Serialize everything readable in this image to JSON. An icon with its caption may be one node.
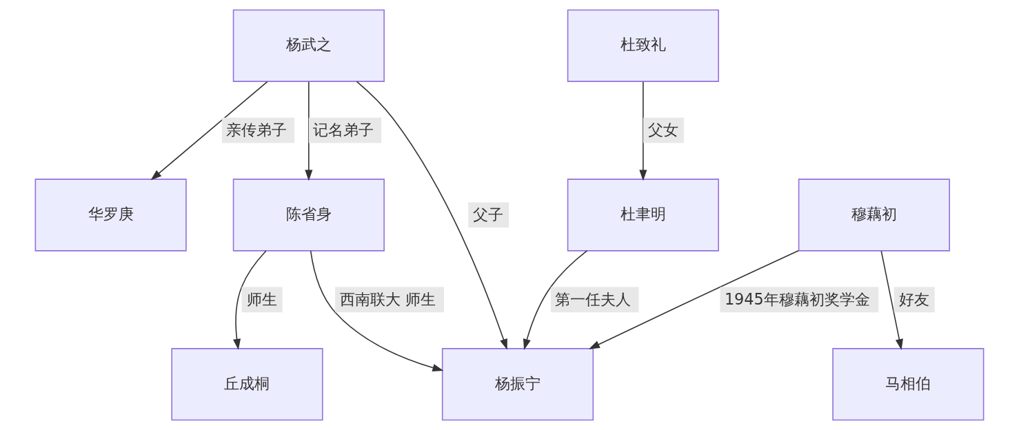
{
  "diagram": {
    "nodes": [
      {
        "text": [
          "杨武之"
        ]
      },
      {
        "text": [
          "杜致礼"
        ]
      },
      {
        "text": [
          "华罗庚"
        ]
      },
      {
        "text": [
          "陈省身"
        ]
      },
      {
        "text": [
          "杜聿明"
        ]
      },
      {
        "text": [
          "穆藕初"
        ]
      },
      {
        "text": [
          "丘成桐"
        ]
      },
      {
        "text": [
          "杨振宁"
        ]
      },
      {
        "text": [
          "马相伯"
        ]
      }
    ],
    "edges": [
      {
        "from": 0,
        "to": 2,
        "arrow": "to",
        "label": "亲传弟子"
      },
      {
        "from": 0,
        "to": 3,
        "arrow": "to",
        "label": "记名弟子"
      },
      {
        "from": 0,
        "to": 7,
        "arrow": "to",
        "label": "父子"
      },
      {
        "from": 1,
        "to": 4,
        "arrow": "to",
        "label": "父女"
      },
      {
        "from": 3,
        "to": 6,
        "arrow": "to",
        "label": "师生"
      },
      {
        "from": 3,
        "to": 7,
        "arrow": "to",
        "label": "西南联大 师生"
      },
      {
        "from": 4,
        "to": 7,
        "arrow": "to",
        "label": "第一任夫人"
      },
      {
        "from": 5,
        "to": 7,
        "arrow": "to",
        "label": "1945年穆藕初奖学金"
      },
      {
        "from": 5,
        "to": 8,
        "arrow": "to",
        "label": "好友"
      }
    ]
  }
}
